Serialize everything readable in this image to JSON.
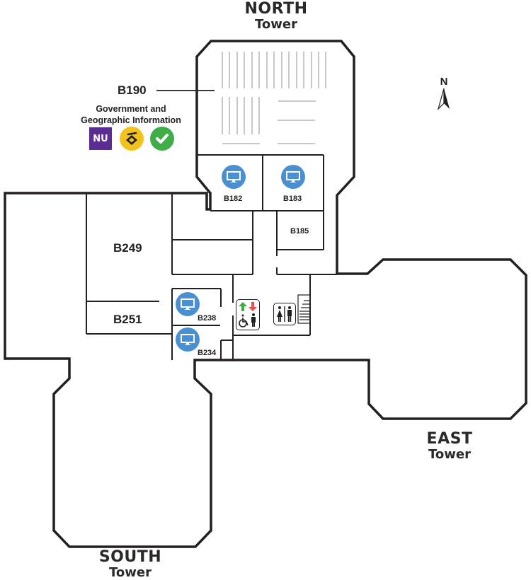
{
  "map": {
    "towers": {
      "north": {
        "name": "NORTH",
        "sub": "Tower"
      },
      "east": {
        "name": "EAST",
        "sub": "Tower"
      },
      "south": {
        "name": "SOUTH",
        "sub": "Tower"
      }
    },
    "compass": {
      "label": "N",
      "icon": "north-arrow-icon"
    },
    "featured_room": {
      "number": "B190",
      "department": [
        "Government and",
        "Geographic Information"
      ],
      "badges": [
        {
          "icon": "nu-logo-icon",
          "label": "NU",
          "color": "#5b2d93"
        },
        {
          "icon": "scanner-icon",
          "color": "#f3c31d"
        },
        {
          "icon": "checkmark-icon",
          "color": "#3fae49"
        }
      ]
    },
    "rooms": [
      {
        "id": "B182",
        "icon": "computer-icon"
      },
      {
        "id": "B183",
        "icon": "computer-icon"
      },
      {
        "id": "B185"
      },
      {
        "id": "B249"
      },
      {
        "id": "B251"
      },
      {
        "id": "B238",
        "icon": "computer-icon"
      },
      {
        "id": "B234",
        "icon": "computer-icon"
      }
    ],
    "amenities": [
      {
        "name": "elevator",
        "icons": [
          "up-arrow-icon",
          "down-arrow-icon",
          "wheelchair-icon",
          "person-icon"
        ],
        "colors": {
          "up": "#3fae49",
          "down": "#ee4b4b"
        }
      },
      {
        "name": "restrooms",
        "icons": [
          "woman-icon",
          "man-icon"
        ]
      },
      {
        "name": "stairs",
        "icons": [
          "stairs-icon"
        ]
      }
    ],
    "colors": {
      "wall": "#231f20",
      "shelf": "#c8c8c8",
      "computer": "#4a8fd1"
    }
  }
}
